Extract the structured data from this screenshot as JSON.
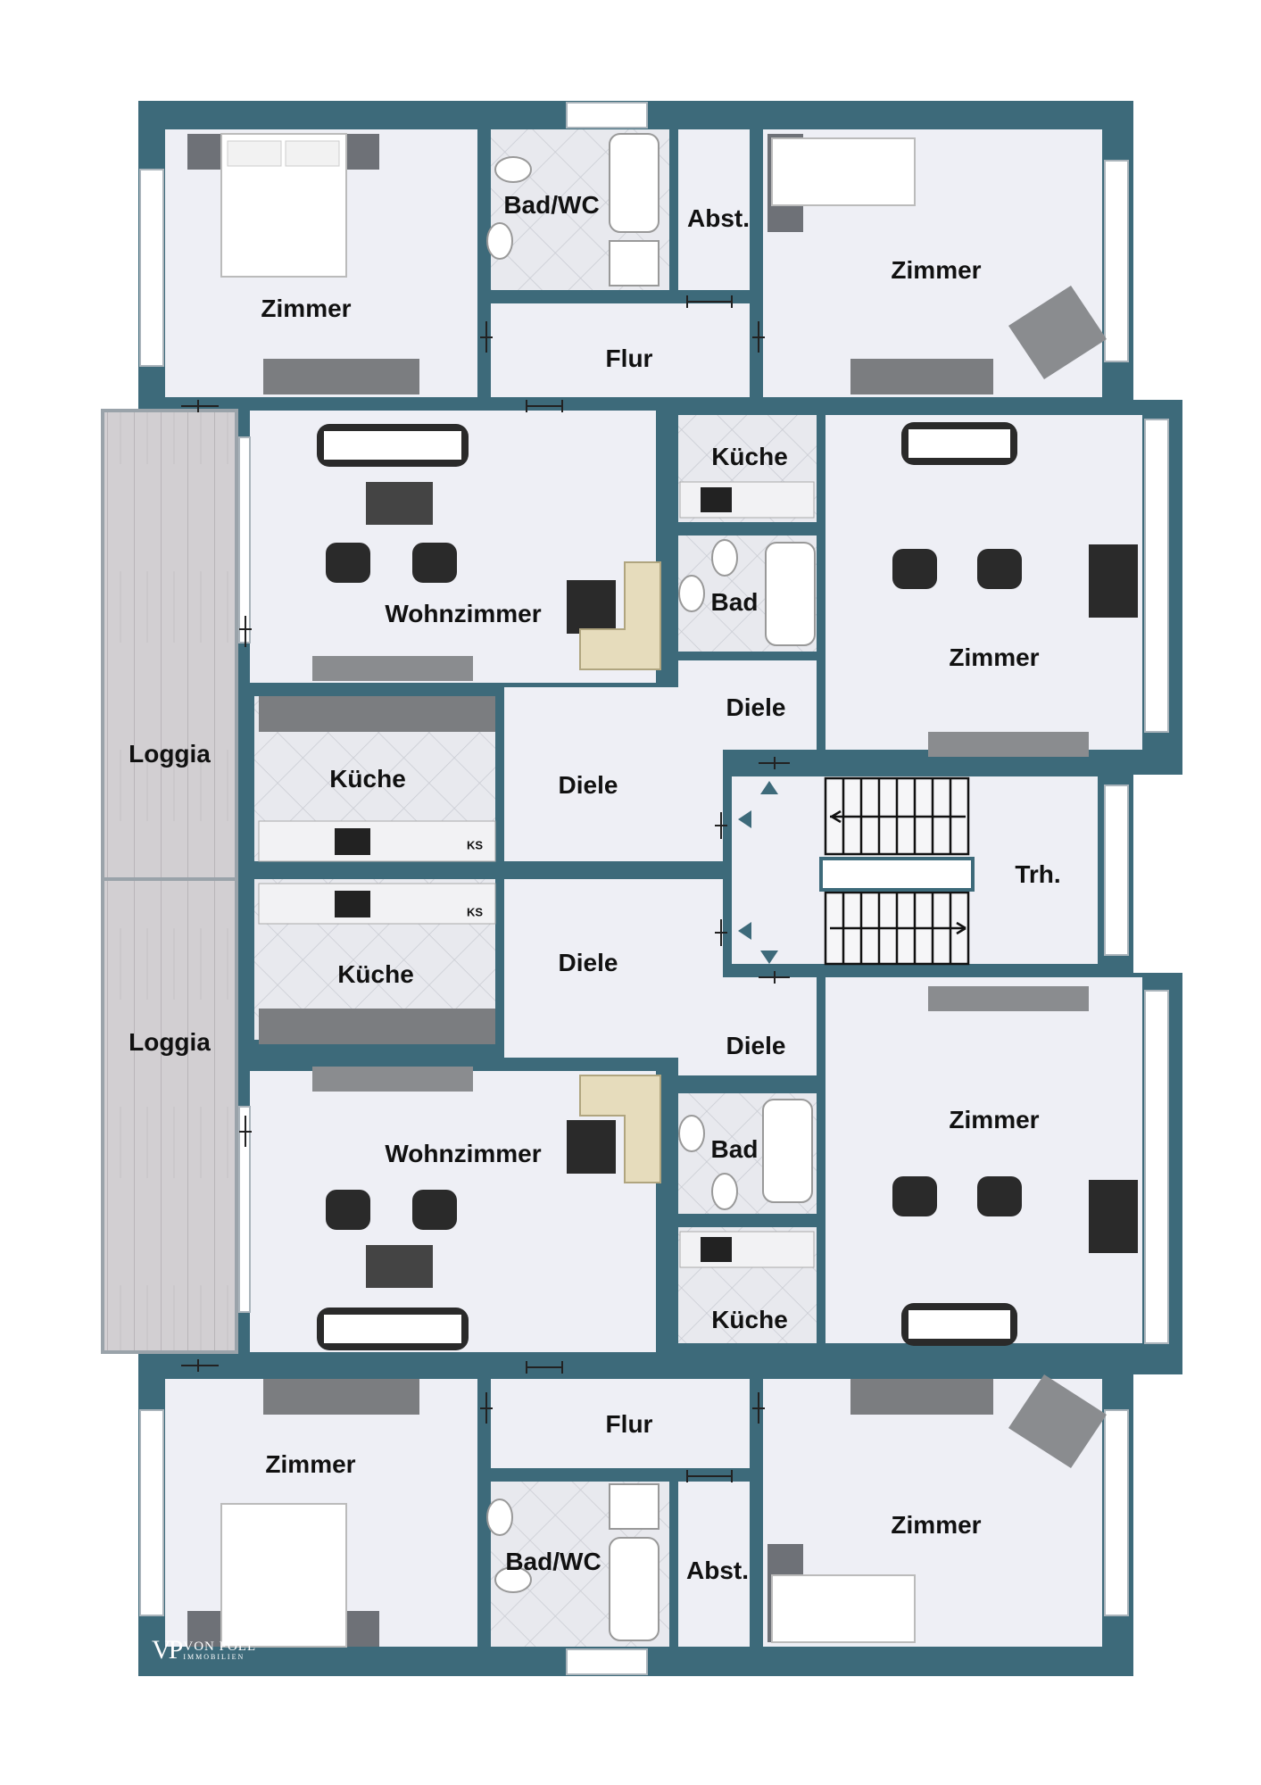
{
  "colors": {
    "wall": "#3d6a7a",
    "floor": "#eeeff5",
    "tile": "#e6e7ec",
    "wood": "#d0cdd0",
    "window": "#ffffff",
    "furniture_dark": "#2a2a2a",
    "sofa_beige": "#e6dcbc",
    "wardrobe": "#7b7d80"
  },
  "rooms": {
    "top_left_zimmer": "Zimmer",
    "top_bad_wc": "Bad/WC",
    "top_abst": "Abst.",
    "top_right_zimmer": "Zimmer",
    "top_flur": "Flur",
    "ul_wohnzimmer": "Wohnzimmer",
    "ul_loggia": "Loggia",
    "ul_kueche": "Küche",
    "ul_diele": "Diele",
    "ur_kueche": "Küche",
    "ur_bad": "Bad",
    "ur_zimmer": "Zimmer",
    "ur_diele": "Diele",
    "treppenhaus": "Trh.",
    "ll_kueche": "Küche",
    "ll_diele": "Diele",
    "ll_loggia": "Loggia",
    "ll_wohnzimmer": "Wohnzimmer",
    "lr_diele": "Diele",
    "lr_zimmer": "Zimmer",
    "lr_bad": "Bad",
    "lr_kueche": "Küche",
    "bottom_flur": "Flur",
    "bottom_left_zimmer": "Zimmer",
    "bottom_bad_wc": "Bad/WC",
    "bottom_abst": "Abst.",
    "bottom_right_zimmer": "Zimmer"
  },
  "fridge_label": "KS",
  "logo": {
    "mark": "VP",
    "name": "VON POLL",
    "sub": "IMMOBILIEN"
  }
}
